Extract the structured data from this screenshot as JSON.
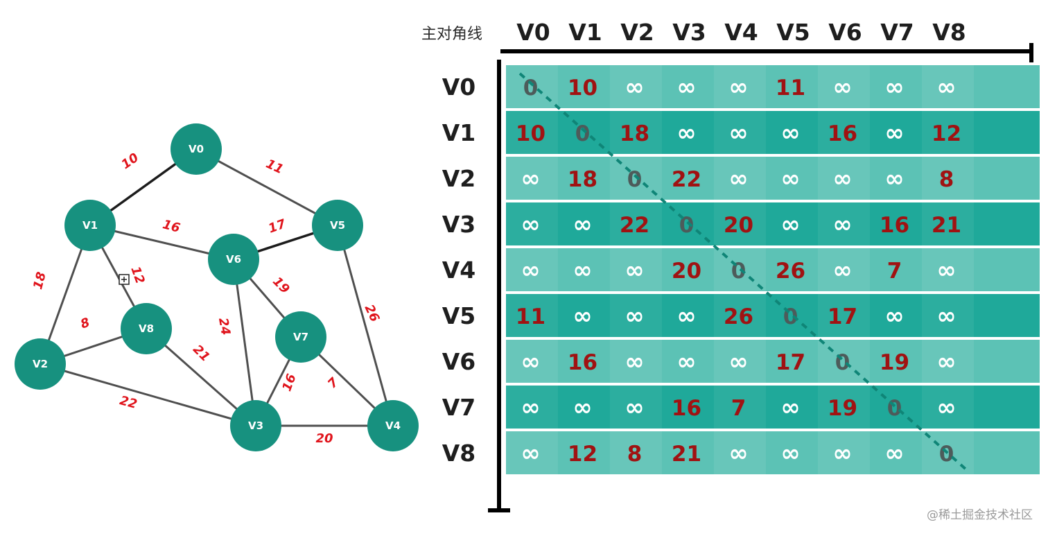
{
  "graph": {
    "node_color": "#17917f",
    "edge_label_color": "#e0141c",
    "nodes": [
      "V0",
      "V1",
      "V2",
      "V3",
      "V4",
      "V5",
      "V6",
      "V7",
      "V8"
    ],
    "edges": [
      {
        "from": "V0",
        "to": "V1",
        "weight": "10"
      },
      {
        "from": "V0",
        "to": "V5",
        "weight": "11"
      },
      {
        "from": "V1",
        "to": "V6",
        "weight": "16"
      },
      {
        "from": "V5",
        "to": "V6",
        "weight": "17"
      },
      {
        "from": "V1",
        "to": "V2",
        "weight": "18"
      },
      {
        "from": "V1",
        "to": "V8",
        "weight": "12"
      },
      {
        "from": "V6",
        "to": "V7",
        "weight": "19"
      },
      {
        "from": "V5",
        "to": "V4",
        "weight": "26"
      },
      {
        "from": "V8",
        "to": "V2",
        "weight": "8"
      },
      {
        "from": "V6",
        "to": "V3",
        "weight": "24"
      },
      {
        "from": "V8",
        "to": "V3",
        "weight": "21"
      },
      {
        "from": "V7",
        "to": "V3",
        "weight": "16"
      },
      {
        "from": "V7",
        "to": "V4",
        "weight": "7"
      },
      {
        "from": "V2",
        "to": "V3",
        "weight": "22"
      },
      {
        "from": "V3",
        "to": "V4",
        "weight": "20"
      }
    ]
  },
  "matrix": {
    "corner_label": "主对角线",
    "col_headers": [
      "V0",
      "V1",
      "V2",
      "V3",
      "V4",
      "V5",
      "V6",
      "V7",
      "V8"
    ],
    "row_headers": [
      "V0",
      "V1",
      "V2",
      "V3",
      "V4",
      "V5",
      "V6",
      "V7",
      "V8"
    ],
    "infinity_symbol": "∞",
    "row_band_colors": [
      "#5cc2b5",
      "#1fa99a"
    ],
    "weight_color": "#a01212",
    "diagonal_color": "#4d5b5a",
    "rows": [
      [
        "0",
        "10",
        "∞",
        "∞",
        "∞",
        "11",
        "∞",
        "∞",
        "∞"
      ],
      [
        "10",
        "0",
        "18",
        "∞",
        "∞",
        "∞",
        "16",
        "∞",
        "12"
      ],
      [
        "∞",
        "18",
        "0",
        "22",
        "∞",
        "∞",
        "∞",
        "∞",
        "8"
      ],
      [
        "∞",
        "∞",
        "22",
        "0",
        "20",
        "∞",
        "∞",
        "16",
        "21"
      ],
      [
        "∞",
        "∞",
        "∞",
        "20",
        "0",
        "26",
        "∞",
        "7",
        "∞"
      ],
      [
        "11",
        "∞",
        "∞",
        "∞",
        "26",
        "0",
        "17",
        "∞",
        "∞"
      ],
      [
        "∞",
        "16",
        "∞",
        "∞",
        "∞",
        "17",
        "0",
        "19",
        "∞"
      ],
      [
        "∞",
        "∞",
        "∞",
        "16",
        "7",
        "∞",
        "19",
        "0",
        "∞"
      ],
      [
        "∞",
        "12",
        "8",
        "21",
        "∞",
        "∞",
        "∞",
        "∞",
        "0"
      ]
    ]
  },
  "watermark": "@稀土掘金技术社区"
}
